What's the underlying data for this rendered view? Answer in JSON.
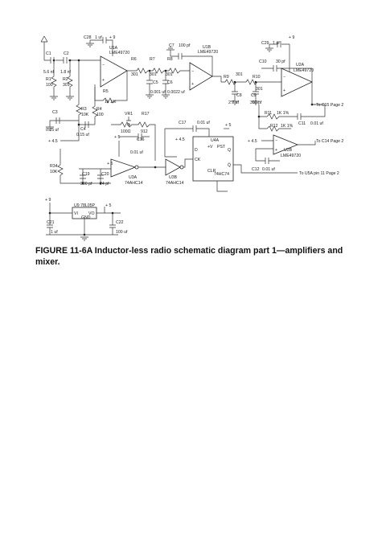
{
  "caption": "FIGURE 11-6A Inductor-less radio schematic diagram part 1—amplifiers and mixer.",
  "labels": {
    "c28": "C28",
    "c28v": "1 uf",
    "p9a": "+ 9",
    "u1a": "U1A",
    "u1ap": "LME49720",
    "c1": "C1",
    "c1v": "5.6 nf",
    "c2": "C2",
    "c2v": "1.8 nf",
    "r1": "R1",
    "r1v": "100",
    "r2": "R2",
    "r2v": "301",
    "r5": "R5",
    "r5v": "1k 1%",
    "r3": "R3",
    "r3v": "10K",
    "r4": "R4",
    "r4v": "100",
    "c3": "C3",
    "c3v": "0.15 uf",
    "c4": "C4",
    "c4v": "0.15 uf",
    "p45a": "+ 4.5",
    "r6": "R6",
    "r6v": "301",
    "r7": "R7",
    "r7v": "301",
    "r8": "R8",
    "r8v": "301",
    "c5": "C5",
    "c5v": "0.001 uf",
    "c6": "C6",
    "c6v": "0.0022 uf",
    "c7": "C7",
    "c7v": "100 pf",
    "u1b": "U1B",
    "u1bp": "LME49720",
    "c29": "C29",
    "c29v": "1 uf",
    "p9b": "+ 9",
    "c10": "C10",
    "c10v": "30 pf",
    "u2a": "U2A",
    "u2ap": "LME49720",
    "r9": "R9",
    "r9v": "301",
    "r10": "R10",
    "r10v": "301",
    "c8": "C8",
    "c8v": "2.7 nf",
    "c9": "C9",
    "c9v": "300 pf",
    "toc15": "To C15 Page 2",
    "r11": "R11",
    "r11v": "1K 1%",
    "c11": "C11",
    "c11v": "0.01 uf",
    "r12": "R12",
    "r12v": "1K 1%",
    "toc14": "To C14 Page 2",
    "u2b": "U2B",
    "u2bp": "LME49720",
    "p45c": "+ 4.5",
    "c12": "C12",
    "c12v": "0.01 uf",
    "tou5a": "To U5A pin 11 Page 2",
    "vr1": "VR1",
    "vr1v": "100Ω",
    "r17": "R17",
    "r17v": "912",
    "p5a": "+ 5",
    "c16": "C16",
    "c16v": "0.01 uf",
    "c17": "C17",
    "c17v": "0.01 uf",
    "p5b": "+ 5",
    "u4a": "U4A",
    "p45b": "+ 4.5",
    "u3a": "U3A",
    "u3ap": "74AHC14",
    "u3b": "U3B",
    "u3bp": "74AHC14",
    "u4ap": "74HC74",
    "r34": "R34",
    "r34v": "10K",
    "c19": "C19",
    "c19v": "300 pf",
    "c20": "C20",
    "c20v": "24 pf",
    "p5c": "+ 5",
    "p9c": "+ 9",
    "u9": "U9 78L05P",
    "p5d": "+ 5",
    "c21": "C21",
    "c21v": "1 uf",
    "c22": "C22",
    "c22v": "100 uf",
    "pin_vi": "VI",
    "pin_vo": "VO",
    "pin_gnd": "GND",
    "pin_d": "D",
    "pin_ck": "CK",
    "pin_q": "Q",
    "pin_qb": "Q̄",
    "pin_pst": "PST",
    "pin_clr": "CLR",
    "pin_vp": "+V",
    "pin_minus": "−",
    "pin_plus": "+"
  }
}
